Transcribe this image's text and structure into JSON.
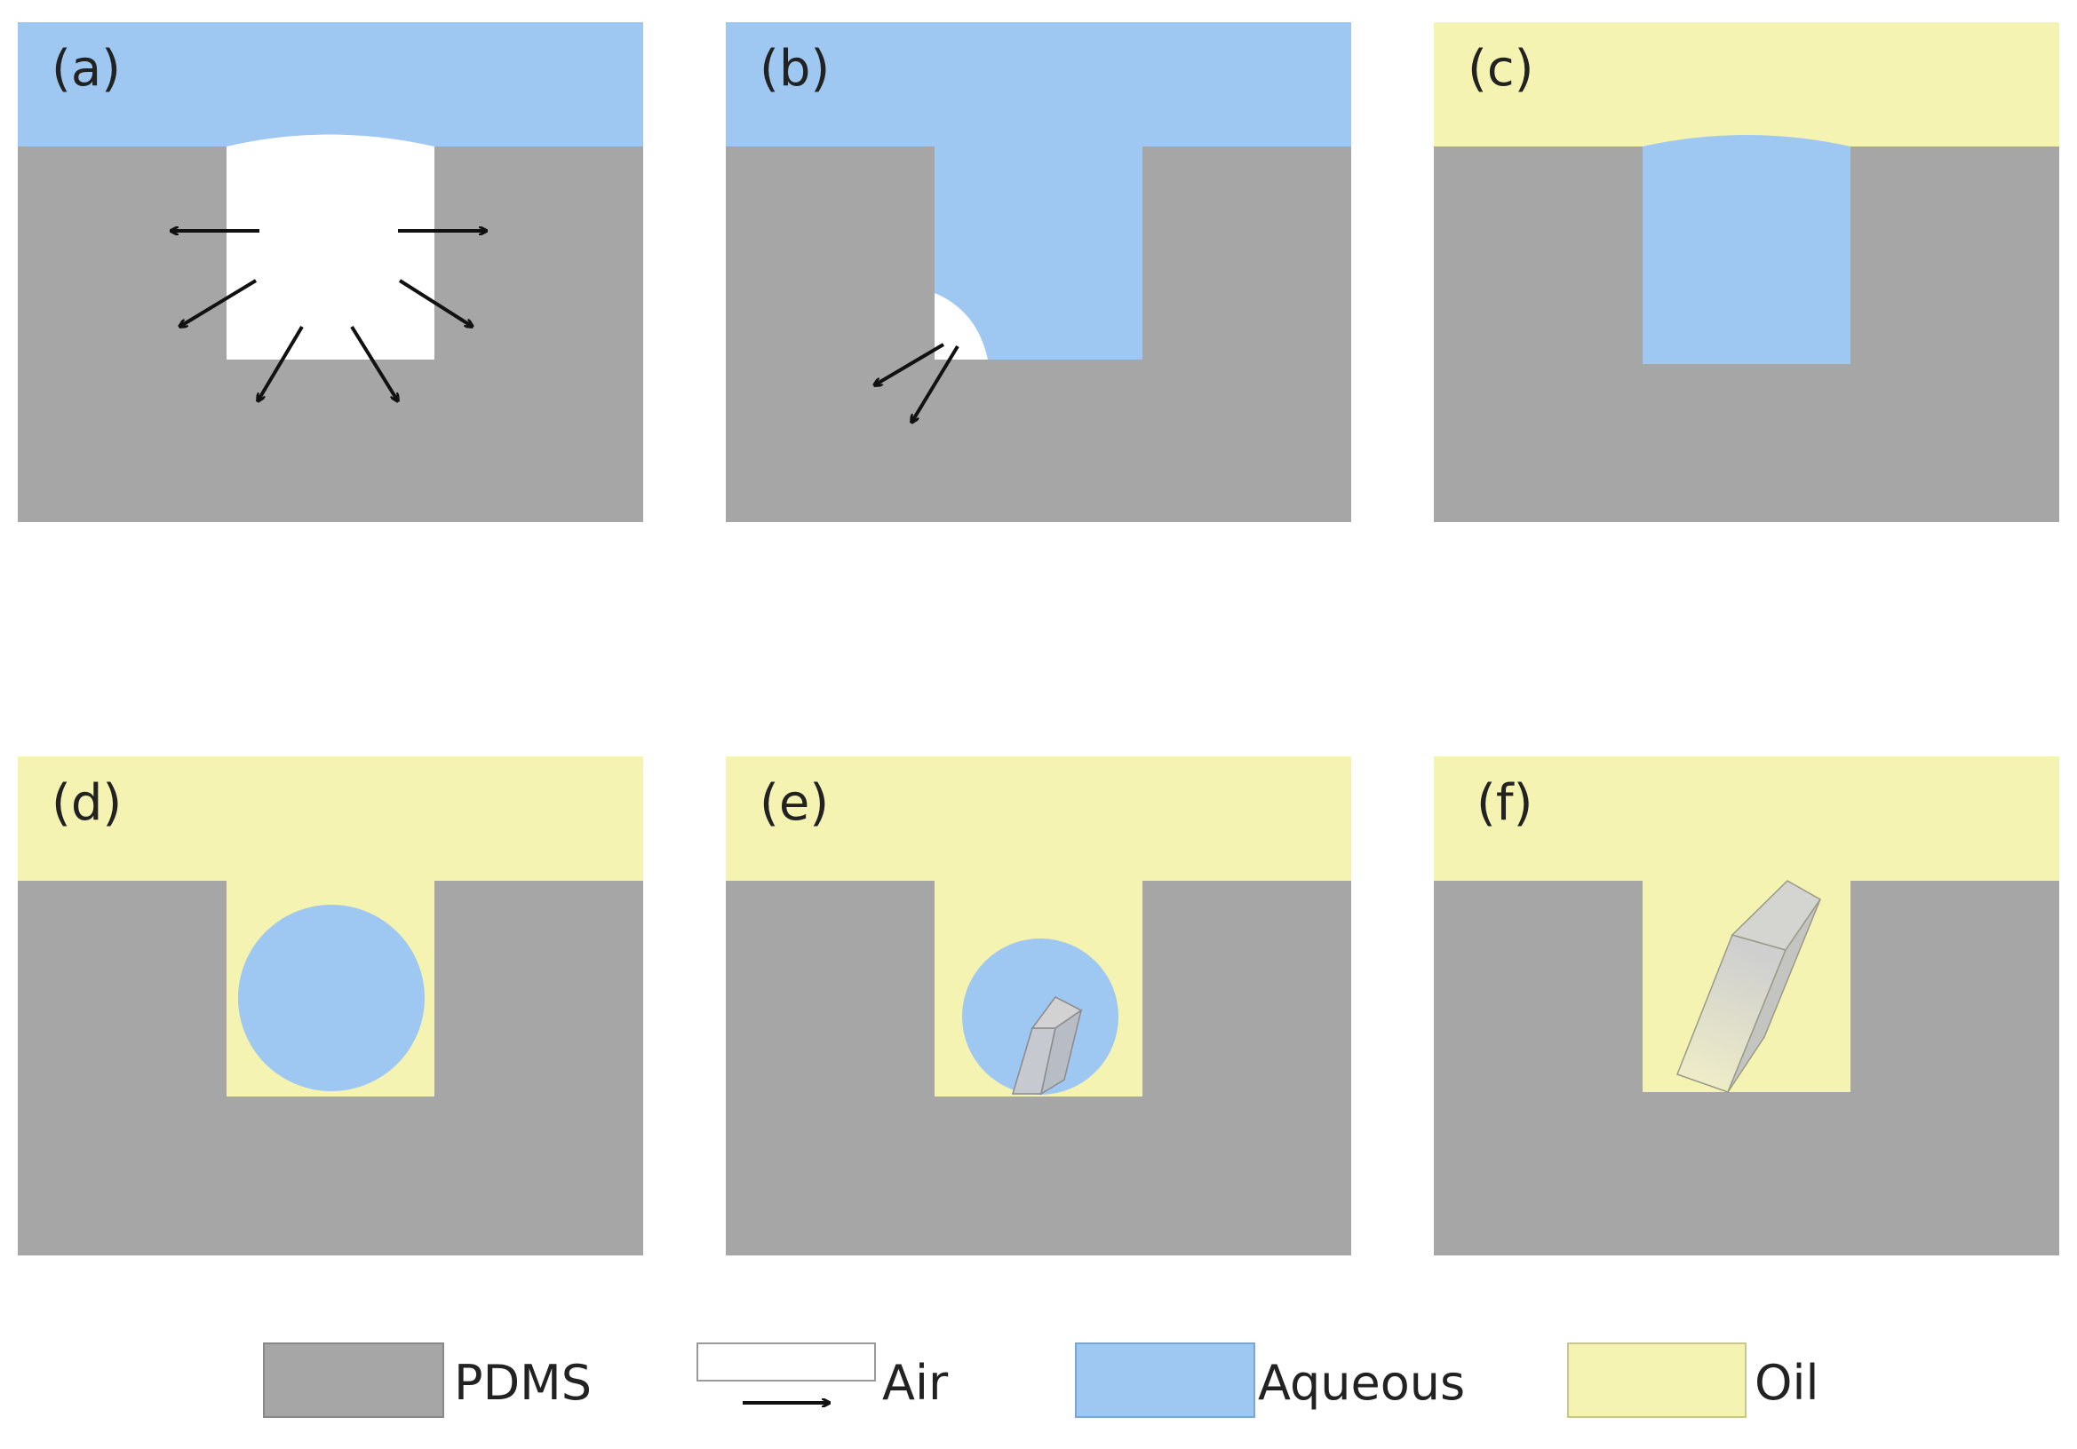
{
  "colors": {
    "pdms": "#a6a6a6",
    "air": "#ffffff",
    "aqueous": "#9ec8f1",
    "oil": "#f5f3b1",
    "arrow": "#111111",
    "text": "#222222"
  },
  "panels": [
    {
      "label": "(a)",
      "top_fluid": "aqueous",
      "well_content": "air"
    },
    {
      "label": "(b)",
      "top_fluid": "aqueous",
      "well_content": "aqueous-with-air-pocket"
    },
    {
      "label": "(c)",
      "top_fluid": "oil",
      "well_content": "aqueous"
    },
    {
      "label": "(d)",
      "top_fluid": "oil",
      "well_content": "aqueous-droplet"
    },
    {
      "label": "(e)",
      "top_fluid": "oil",
      "well_content": "droplet-with-crystal"
    },
    {
      "label": "(f)",
      "top_fluid": "oil",
      "well_content": "crystal"
    }
  ],
  "legend": {
    "pdms": "PDMS",
    "air": "Air",
    "aqueous": "Aqueous",
    "oil": "Oil"
  }
}
